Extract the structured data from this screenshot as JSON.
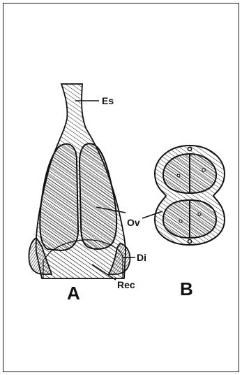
{
  "figure": {
    "labels": {
      "es": "Es",
      "ov": "Ov",
      "di": "Di",
      "rec": "Rec"
    },
    "panels": {
      "a": "A",
      "b": "B"
    }
  }
}
